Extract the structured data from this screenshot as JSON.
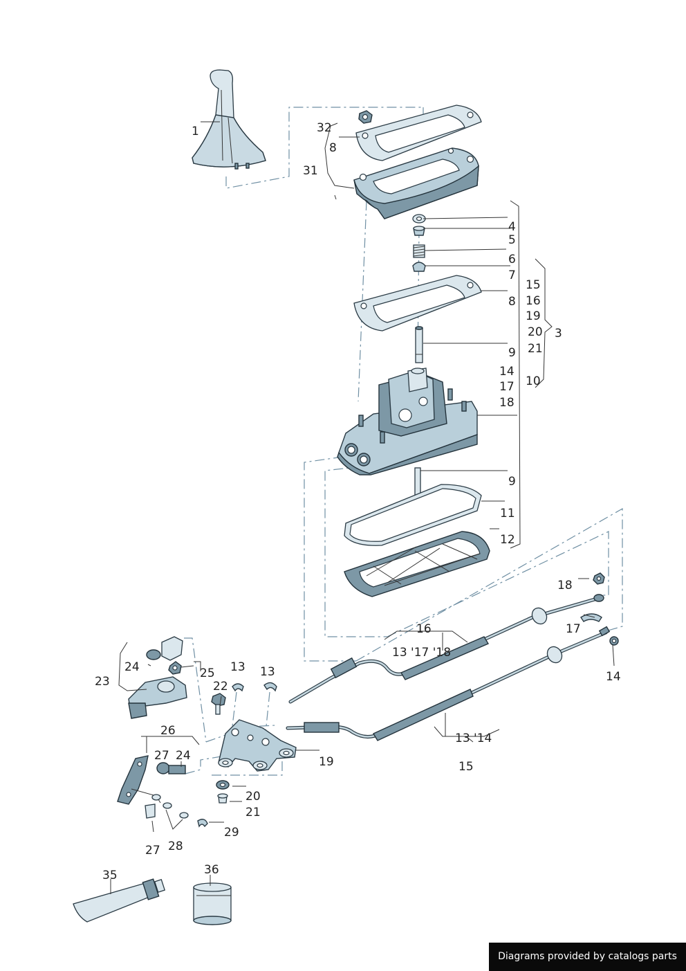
{
  "title": "",
  "parts": [
    {
      "id": "1",
      "name": "gear-knob-boot"
    },
    {
      "id": "31",
      "name": "cover-frame"
    },
    {
      "id": "32",
      "name": "nut"
    },
    {
      "id": "8",
      "name": "gasket"
    },
    {
      "id": "4",
      "name": "washer"
    },
    {
      "id": "5",
      "name": "bush"
    },
    {
      "id": "6",
      "name": "spring"
    },
    {
      "id": "7",
      "name": "cap"
    },
    {
      "id": "9",
      "name": "lever-shaft"
    },
    {
      "id": "3",
      "name": "gearshift-housing"
    },
    {
      "id": "11",
      "name": "seal"
    },
    {
      "id": "12",
      "name": "base-plate"
    },
    {
      "id": "13",
      "name": "shift-cable"
    },
    {
      "id": "14",
      "name": "selector-cable"
    },
    {
      "id": "18",
      "name": "nut"
    },
    {
      "id": "17",
      "name": "clip"
    },
    {
      "id": "19",
      "name": "bracket"
    },
    {
      "id": "20",
      "name": "grommet"
    },
    {
      "id": "21",
      "name": "sleeve"
    },
    {
      "id": "22",
      "name": "bolt"
    },
    {
      "id": "23",
      "name": "lever-assembly"
    },
    {
      "id": "24",
      "name": "bush"
    },
    {
      "id": "25",
      "name": "nut"
    },
    {
      "id": "26",
      "name": "relay-lever"
    },
    {
      "id": "27",
      "name": "bush"
    },
    {
      "id": "28",
      "name": "pin"
    },
    {
      "id": "29",
      "name": "circlip"
    },
    {
      "id": "35",
      "name": "grease-tube"
    },
    {
      "id": "36",
      "name": "grease-tin"
    }
  ],
  "labels": {
    "l1": "1",
    "l32": "32",
    "l8a": "8",
    "l31": "31",
    "l4": "4",
    "l5": "5",
    "l6": "6",
    "l7": "7",
    "l8b": "8",
    "l9a": "9",
    "l14a": "14",
    "l17a": "17",
    "l18a": "18",
    "l15a": "15",
    "l16a": "16",
    "l19a": "19",
    "l20a": "20",
    "l21a": "21",
    "l10": "10",
    "l3": "3",
    "l9b": "9",
    "l11": "11",
    "l12": "12",
    "l18b": "18",
    "l17b": "17",
    "l14b": "14",
    "l16b": "16",
    "l13_17_18": "13 '17 '18",
    "l13_14": "13 '14",
    "l15b": "15",
    "l13a": "13",
    "l13b": "13",
    "l22": "22",
    "l24a": "24",
    "l25": "25",
    "l23": "23",
    "l26": "26",
    "l27a": "27",
    "l24b": "24",
    "l19b": "19",
    "l20b": "20",
    "l21b": "21",
    "l29": "29",
    "l27b": "27",
    "l28": "28",
    "l35": "35",
    "l36": "36"
  },
  "credit": "Diagrams provided by catalogs parts"
}
